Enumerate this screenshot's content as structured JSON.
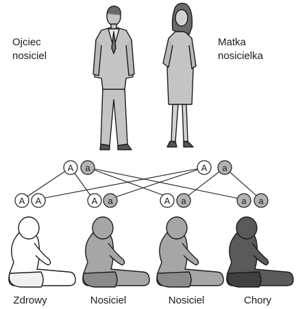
{
  "parents": {
    "father_label": "Ojciec\nnosiciel",
    "mother_label": "Matka\nnosicielka"
  },
  "alleles": {
    "father": [
      "A",
      "a"
    ],
    "mother": [
      "A",
      "a"
    ],
    "children": [
      [
        "A",
        "A"
      ],
      [
        "A",
        "a"
      ],
      [
        "A",
        "a"
      ],
      [
        "a",
        "a"
      ]
    ]
  },
  "children_labels": [
    "Zdrowy",
    "Nosiciel",
    "Nosiciel",
    "Chory"
  ],
  "colors": {
    "dominant_allele_fill": "#ffffff",
    "recessive_allele_fill": "#b3b3b3",
    "parent_fill": "#c4c4c4",
    "healthy_fill": "#ffffff",
    "carrier_fill": "#a6a6a6",
    "sick_fill": "#5a5a5a",
    "outline": "#1a1a1a"
  }
}
